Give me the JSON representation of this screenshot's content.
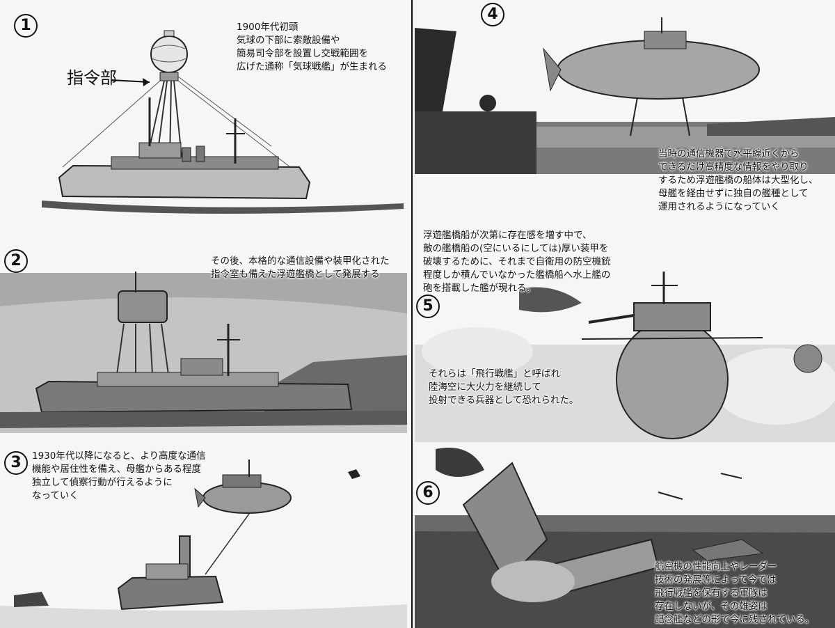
{
  "panels": {
    "p1": {
      "number": "1",
      "text": "1900年代初頭\n気球の下部に索敵設備や\n簡易司令部を設置し交戦範囲を\n広げた通称「気球戦艦」が生まれる",
      "label": "指令部"
    },
    "p2": {
      "number": "2",
      "text": "その後、本格的な通信設備や装甲化された\n指令室も備えた浮遊艦橋として発展する"
    },
    "p3": {
      "number": "3",
      "text": "1930年代以降になると、より高度な通信\n機能や居住性を備え、母艦からある程度\n独立して偵察行動が行えるように\nなっていく"
    },
    "p4": {
      "number": "4",
      "text": "当時の通信機器で水平線近くから\nできるだけ高精度な情報をやり取り\nするため浮遊艦橋の船体は大型化し、\n母艦を経由せずに独自の艦種として\n運用されるようになっていく"
    },
    "p5": {
      "number": "5",
      "text_top": "浮遊艦橋船が次第に存在感を増す中で、\n敵の艦橋船の(空にいるにしては)厚い装甲を\n破壊するために、それまで自衛用の防空機銃\n程度しか積んでいなかった艦橋船へ水上艦の\n砲を搭載した艦が現れる。",
      "text_mid": "それらは「飛行戦艦」と呼ばれ\n陸海空に大火力を継続して\n投射できる兵器として恐れられた。"
    },
    "p6": {
      "number": "6",
      "text": "航空機の性能向上やレーダー\n技術の発展等によって今では\n飛行戦艦を保有する軍隊は\n存在しないが、その雄姿は\n記念艦などの形で今に残されている。"
    }
  },
  "colors": {
    "ink": "#111111",
    "paper": "#f4f4f4",
    "sea": "#5a5a5a",
    "sky": "#bdbdbd"
  }
}
